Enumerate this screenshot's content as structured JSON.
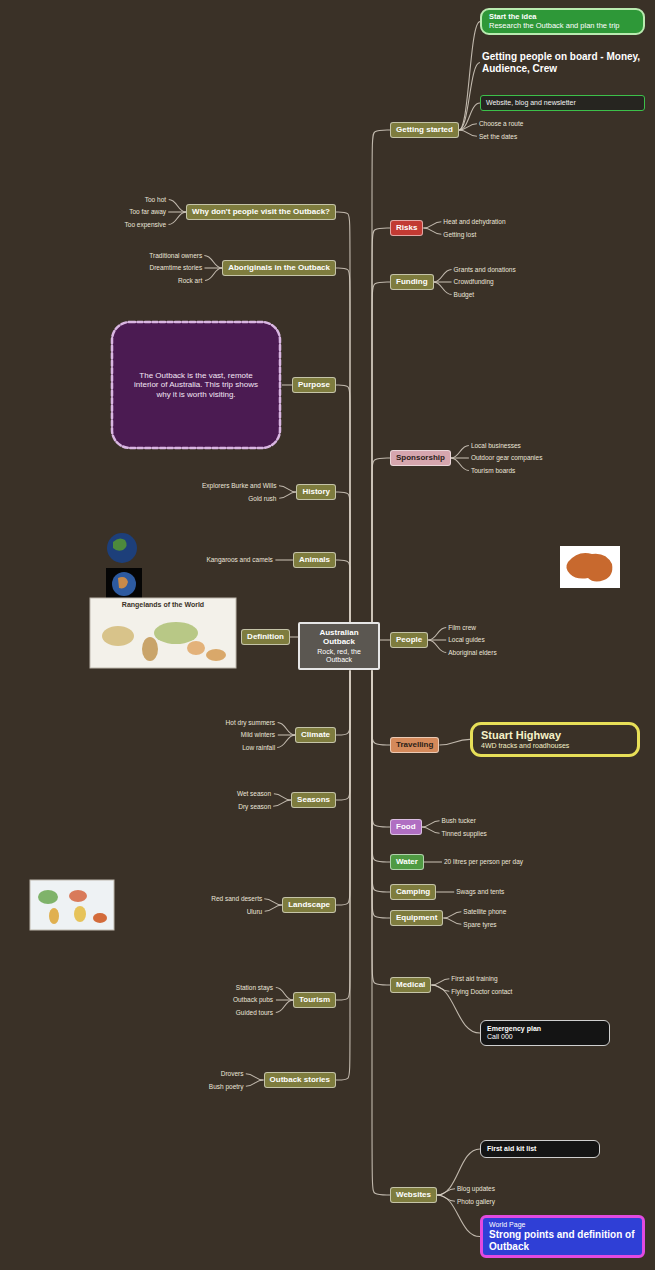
{
  "diagram": {
    "nodes": [
      {
        "text": [
          "Australian Outback",
          "Rock, red, the Outback"
        ]
      },
      {
        "text": [
          "Getting started"
        ]
      },
      {
        "text": [
          "Risks"
        ]
      },
      {
        "text": [
          "Funding"
        ]
      },
      {
        "text": [
          "Sponsorship"
        ]
      },
      {
        "text": [
          "People"
        ]
      },
      {
        "text": [
          "Travelling"
        ]
      },
      {
        "text": [
          "Food"
        ]
      },
      {
        "text": [
          "Water"
        ]
      },
      {
        "text": [
          "Camping"
        ]
      },
      {
        "text": [
          "Equipment"
        ]
      },
      {
        "text": [
          "Medical"
        ]
      },
      {
        "text": [
          "Websites"
        ]
      },
      {
        "text": [
          "Why don't people visit the Outback?"
        ]
      },
      {
        "text": [
          "Aboriginals in the Outback"
        ]
      },
      {
        "text": [
          "Purpose"
        ]
      },
      {
        "text": [
          "History"
        ]
      },
      {
        "text": [
          "Animals"
        ]
      },
      {
        "text": [
          "Definition"
        ]
      },
      {
        "text": [
          "Climate"
        ]
      },
      {
        "text": [
          "Seasons"
        ]
      },
      {
        "text": [
          "Landscape"
        ]
      },
      {
        "text": [
          "Tourism"
        ]
      },
      {
        "text": [
          "Outback stories"
        ]
      },
      {
        "text": [
          "Start the idea",
          "Research the Outback and plan the trip"
        ]
      },
      {
        "text": [
          "Getting people on board - Money, Audience, Crew"
        ]
      },
      {
        "text": [
          "Website, blog and newsletter"
        ]
      },
      {
        "text": [
          "Stuart Highway",
          "4WD tracks and roadhouses"
        ]
      },
      {
        "text": [
          "Emergency plan",
          "Call 000"
        ]
      },
      {
        "text": [
          "First aid kit list"
        ]
      },
      {
        "text": [
          "World Page",
          "Strong points and definition of Outback"
        ]
      },
      {
        "text": [
          "The Outback is the vast, remote interior of Australia. This trip shows why it is worth visiting."
        ]
      },
      {
        "text": [
          "Choose a route"
        ]
      },
      {
        "text": [
          "Set the dates"
        ]
      },
      {
        "text": [
          "Heat and dehydration"
        ]
      },
      {
        "text": [
          "Getting lost"
        ]
      },
      {
        "text": [
          "Grants and donations"
        ]
      },
      {
        "text": [
          "Crowdfunding"
        ]
      },
      {
        "text": [
          "Budget"
        ]
      },
      {
        "text": [
          "Local businesses"
        ]
      },
      {
        "text": [
          "Outdoor gear companies"
        ]
      },
      {
        "text": [
          "Tourism boards"
        ]
      },
      {
        "text": [
          "Film crew"
        ]
      },
      {
        "text": [
          "Local guides"
        ]
      },
      {
        "text": [
          "Aboriginal elders"
        ]
      },
      {
        "text": [
          "Bush tucker"
        ]
      },
      {
        "text": [
          "Tinned supplies"
        ]
      },
      {
        "text": [
          "20 litres per person per day"
        ]
      },
      {
        "text": [
          "Swags and tents"
        ]
      },
      {
        "text": [
          "Satellite phone"
        ]
      },
      {
        "text": [
          "Spare tyres"
        ]
      },
      {
        "text": [
          "First aid training"
        ]
      },
      {
        "text": [
          "Flying Doctor contact"
        ]
      },
      {
        "text": [
          "Blog updates"
        ]
      },
      {
        "text": [
          "Photo gallery"
        ]
      },
      {
        "text": [
          "Too hot"
        ]
      },
      {
        "text": [
          "Too far away"
        ]
      },
      {
        "text": [
          "Too expensive"
        ]
      },
      {
        "text": [
          "Traditional owners"
        ]
      },
      {
        "text": [
          "Dreamtime stories"
        ]
      },
      {
        "text": [
          "Rock art"
        ]
      },
      {
        "text": [
          "Explorers Burke and Wills"
        ]
      },
      {
        "text": [
          "Gold rush"
        ]
      },
      {
        "text": [
          "Kangaroos and camels"
        ]
      },
      {
        "text": [
          "Hot dry summers"
        ]
      },
      {
        "text": [
          "Mild winters"
        ]
      },
      {
        "text": [
          "Low rainfall"
        ]
      },
      {
        "text": [
          "Wet season"
        ]
      },
      {
        "text": [
          "Dry season"
        ]
      },
      {
        "text": [
          "Red sand deserts"
        ]
      },
      {
        "text": [
          "Uluru"
        ]
      },
      {
        "text": [
          "Station stays"
        ]
      },
      {
        "text": [
          "Outback pubs"
        ]
      },
      {
        "text": [
          "Guided tours"
        ]
      },
      {
        "text": [
          "Drovers"
        ]
      },
      {
        "text": [
          "Bush poetry"
        ]
      }
    ],
    "edges": [
      {
        "from": 0,
        "to": 1,
        "arrow": "none"
      },
      {
        "from": 0,
        "to": 2,
        "arrow": "none"
      },
      {
        "from": 0,
        "to": 3,
        "arrow": "none"
      },
      {
        "from": 0,
        "to": 4,
        "arrow": "none"
      },
      {
        "from": 0,
        "to": 5,
        "arrow": "none"
      },
      {
        "from": 0,
        "to": 6,
        "arrow": "none"
      },
      {
        "from": 0,
        "to": 7,
        "arrow": "none"
      },
      {
        "from": 0,
        "to": 8,
        "arrow": "none"
      },
      {
        "from": 0,
        "to": 9,
        "arrow": "none"
      },
      {
        "from": 0,
        "to": 10,
        "arrow": "none"
      },
      {
        "from": 0,
        "to": 11,
        "arrow": "none"
      },
      {
        "from": 0,
        "to": 12,
        "arrow": "none"
      },
      {
        "from": 0,
        "to": 13,
        "arrow": "none"
      },
      {
        "from": 0,
        "to": 14,
        "arrow": "none"
      },
      {
        "from": 0,
        "to": 15,
        "arrow": "none"
      },
      {
        "from": 0,
        "to": 16,
        "arrow": "none"
      },
      {
        "from": 0,
        "to": 17,
        "arrow": "none"
      },
      {
        "from": 0,
        "to": 18,
        "arrow": "none"
      },
      {
        "from": 0,
        "to": 19,
        "arrow": "none"
      },
      {
        "from": 0,
        "to": 20,
        "arrow": "none"
      },
      {
        "from": 0,
        "to": 21,
        "arrow": "none"
      },
      {
        "from": 0,
        "to": 22,
        "arrow": "none"
      },
      {
        "from": 0,
        "to": 23,
        "arrow": "none"
      },
      {
        "from": 1,
        "to": 24,
        "arrow": "none"
      },
      {
        "from": 1,
        "to": 25,
        "arrow": "none"
      },
      {
        "from": 1,
        "to": 26,
        "arrow": "none"
      },
      {
        "from": 6,
        "to": 27,
        "arrow": "none"
      },
      {
        "from": 11,
        "to": 28,
        "arrow": "none"
      },
      {
        "from": 12,
        "to": 29,
        "arrow": "none"
      },
      {
        "from": 12,
        "to": 30,
        "arrow": "none"
      },
      {
        "from": 15,
        "to": 31,
        "arrow": "none"
      },
      {
        "from": 1,
        "to": 32,
        "arrow": "none"
      },
      {
        "from": 1,
        "to": 33,
        "arrow": "none"
      },
      {
        "from": 2,
        "to": 34,
        "arrow": "none"
      },
      {
        "from": 2,
        "to": 35,
        "arrow": "none"
      },
      {
        "from": 3,
        "to": 36,
        "arrow": "none"
      },
      {
        "from": 3,
        "to": 37,
        "arrow": "none"
      },
      {
        "from": 3,
        "to": 38,
        "arrow": "none"
      },
      {
        "from": 4,
        "to": 39,
        "arrow": "none"
      },
      {
        "from": 4,
        "to": 40,
        "arrow": "none"
      },
      {
        "from": 4,
        "to": 41,
        "arrow": "none"
      },
      {
        "from": 5,
        "to": 42,
        "arrow": "none"
      },
      {
        "from": 5,
        "to": 43,
        "arrow": "none"
      },
      {
        "from": 5,
        "to": 44,
        "arrow": "none"
      },
      {
        "from": 7,
        "to": 45,
        "arrow": "none"
      },
      {
        "from": 7,
        "to": 46,
        "arrow": "none"
      },
      {
        "from": 8,
        "to": 47,
        "arrow": "none"
      },
      {
        "from": 9,
        "to": 48,
        "arrow": "none"
      },
      {
        "from": 10,
        "to": 49,
        "arrow": "none"
      },
      {
        "from": 10,
        "to": 50,
        "arrow": "none"
      },
      {
        "from": 11,
        "to": 51,
        "arrow": "none"
      },
      {
        "from": 11,
        "to": 52,
        "arrow": "none"
      },
      {
        "from": 12,
        "to": 53,
        "arrow": "none"
      },
      {
        "from": 12,
        "to": 54,
        "arrow": "none"
      },
      {
        "from": 13,
        "to": 55,
        "arrow": "none"
      },
      {
        "from": 13,
        "to": 56,
        "arrow": "none"
      },
      {
        "from": 13,
        "to": 57,
        "arrow": "none"
      },
      {
        "from": 14,
        "to": 58,
        "arrow": "none"
      },
      {
        "from": 14,
        "to": 59,
        "arrow": "none"
      },
      {
        "from": 14,
        "to": 60,
        "arrow": "none"
      },
      {
        "from": 16,
        "to": 61,
        "arrow": "none"
      },
      {
        "from": 16,
        "to": 62,
        "arrow": "none"
      },
      {
        "from": 17,
        "to": 63,
        "arrow": "none"
      },
      {
        "from": 19,
        "to": 64,
        "arrow": "none"
      },
      {
        "from": 19,
        "to": 65,
        "arrow": "none"
      },
      {
        "from": 19,
        "to": 66,
        "arrow": "none"
      },
      {
        "from": 20,
        "to": 67,
        "arrow": "none"
      },
      {
        "from": 20,
        "to": 68,
        "arrow": "none"
      },
      {
        "from": 21,
        "to": 69,
        "arrow": "none"
      },
      {
        "from": 21,
        "to": 70,
        "arrow": "none"
      },
      {
        "from": 22,
        "to": 71,
        "arrow": "none"
      },
      {
        "from": 22,
        "to": 72,
        "arrow": "none"
      },
      {
        "from": 22,
        "to": 73,
        "arrow": "none"
      },
      {
        "from": 23,
        "to": 74,
        "arrow": "none"
      },
      {
        "from": 23,
        "to": 75,
        "arrow": "none"
      }
    ],
    "labels": [
      "Rangelands of the World"
    ]
  }
}
